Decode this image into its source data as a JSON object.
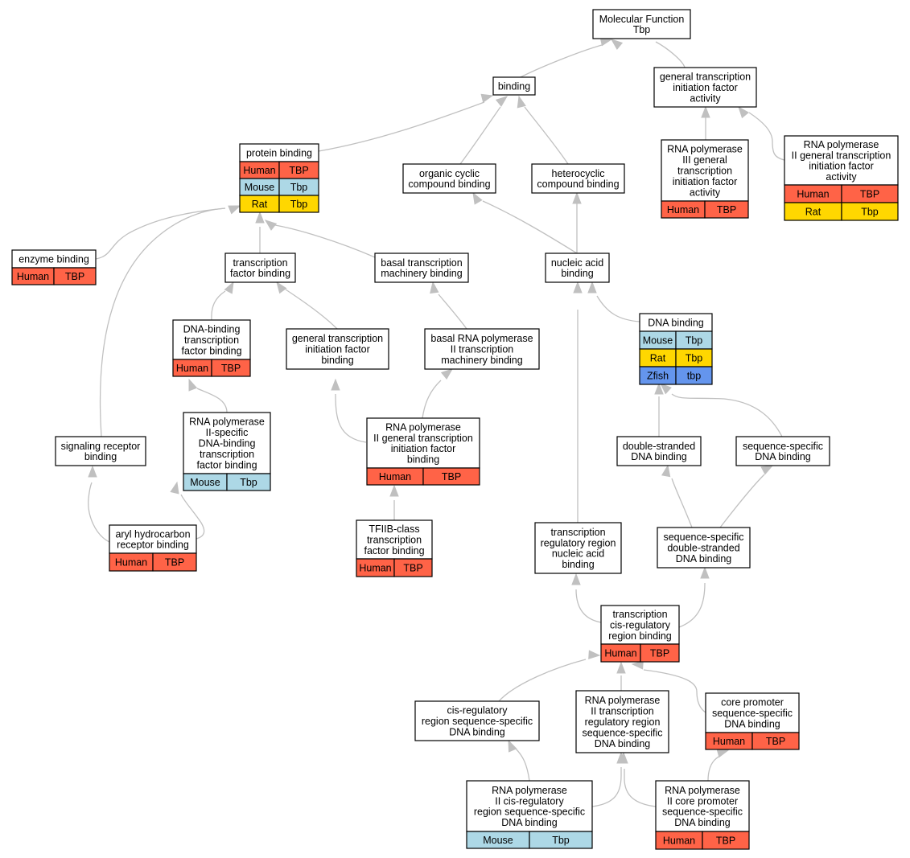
{
  "colors": {
    "human": "#ff6347",
    "mouse": "#add8e6",
    "rat": "#ffd700",
    "zfish": "#6495ed",
    "edge": "#c0c0c0"
  },
  "nodes": {
    "mf_root": {
      "lines": [
        "Molecular Function",
        "Tbp"
      ],
      "rows": []
    },
    "binding": {
      "lines": [
        "binding"
      ],
      "rows": []
    },
    "gtifa": {
      "lines": [
        "general transcription",
        "initiation factor",
        "activity"
      ],
      "rows": []
    },
    "protein_binding": {
      "lines": [
        "protein binding"
      ],
      "rows": [
        {
          "species": "Human",
          "gene": "TBP",
          "color": "human"
        },
        {
          "species": "Mouse",
          "gene": "Tbp",
          "color": "mouse"
        },
        {
          "species": "Rat",
          "gene": "Tbp",
          "color": "rat"
        }
      ]
    },
    "organic_cyclic": {
      "lines": [
        "organic cyclic",
        "compound binding"
      ],
      "rows": []
    },
    "heterocyclic": {
      "lines": [
        "heterocyclic",
        "compound binding"
      ],
      "rows": []
    },
    "rnap3_gtifa": {
      "lines": [
        "RNA polymerase",
        "III general",
        "transcription",
        "initiation factor",
        "activity"
      ],
      "rows": [
        {
          "species": "Human",
          "gene": "TBP",
          "color": "human"
        }
      ]
    },
    "rnap2_gtifa": {
      "lines": [
        "RNA polymerase",
        "II general transcription",
        "initiation factor",
        "activity"
      ],
      "rows": [
        {
          "species": "Human",
          "gene": "TBP",
          "color": "human"
        },
        {
          "species": "Rat",
          "gene": "Tbp",
          "color": "rat"
        }
      ]
    },
    "enzyme_binding": {
      "lines": [
        "enzyme binding"
      ],
      "rows": [
        {
          "species": "Human",
          "gene": "TBP",
          "color": "human"
        }
      ]
    },
    "tf_binding": {
      "lines": [
        "transcription",
        "factor binding"
      ],
      "rows": []
    },
    "basal_tm_binding": {
      "lines": [
        "basal transcription",
        "machinery binding"
      ],
      "rows": []
    },
    "nucleic_acid_binding": {
      "lines": [
        "nucleic acid",
        "binding"
      ],
      "rows": []
    },
    "dna_binding": {
      "lines": [
        "DNA binding"
      ],
      "rows": [
        {
          "species": "Mouse",
          "gene": "Tbp",
          "color": "mouse"
        },
        {
          "species": "Rat",
          "gene": "Tbp",
          "color": "rat"
        },
        {
          "species": "Zfish",
          "gene": "tbp",
          "color": "zfish"
        }
      ]
    },
    "dbtf_binding": {
      "lines": [
        "DNA-binding",
        "transcription",
        "factor binding"
      ],
      "rows": [
        {
          "species": "Human",
          "gene": "TBP",
          "color": "human"
        }
      ]
    },
    "gtif_binding": {
      "lines": [
        "general transcription",
        "initiation factor",
        "binding"
      ],
      "rows": []
    },
    "basal_rnap2_tm": {
      "lines": [
        "basal RNA polymerase",
        "II transcription",
        "machinery binding"
      ],
      "rows": []
    },
    "signaling_receptor": {
      "lines": [
        "signaling receptor",
        "binding"
      ],
      "rows": []
    },
    "rnap2_dbtf": {
      "lines": [
        "RNA polymerase",
        "II-specific",
        "DNA-binding",
        "transcription",
        "factor binding"
      ],
      "rows": [
        {
          "species": "Mouse",
          "gene": "Tbp",
          "color": "mouse"
        }
      ]
    },
    "rnap2_gtif_binding": {
      "lines": [
        "RNA polymerase",
        "II general transcription",
        "initiation factor",
        "binding"
      ],
      "rows": [
        {
          "species": "Human",
          "gene": "TBP",
          "color": "human"
        }
      ]
    },
    "ds_dna": {
      "lines": [
        "double-stranded",
        "DNA binding"
      ],
      "rows": []
    },
    "ss_dna": {
      "lines": [
        "sequence-specific",
        "DNA binding"
      ],
      "rows": []
    },
    "aryl": {
      "lines": [
        "aryl hydrocarbon",
        "receptor binding"
      ],
      "rows": [
        {
          "species": "Human",
          "gene": "TBP",
          "color": "human"
        }
      ]
    },
    "tfiib": {
      "lines": [
        "TFIIB-class",
        "transcription",
        "factor binding"
      ],
      "rows": [
        {
          "species": "Human",
          "gene": "TBP",
          "color": "human"
        }
      ]
    },
    "trr_na": {
      "lines": [
        "transcription",
        "regulatory region",
        "nucleic acid",
        "binding"
      ],
      "rows": []
    },
    "ss_ds_dna": {
      "lines": [
        "sequence-specific",
        "double-stranded",
        "DNA binding"
      ],
      "rows": []
    },
    "tcrr_binding": {
      "lines": [
        "transcription",
        "cis-regulatory",
        "region binding"
      ],
      "rows": [
        {
          "species": "Human",
          "gene": "TBP",
          "color": "human"
        }
      ]
    },
    "cis_reg_ss": {
      "lines": [
        "cis-regulatory",
        "region sequence-specific",
        "DNA binding"
      ],
      "rows": []
    },
    "rnap2_trr_ss": {
      "lines": [
        "RNA polymerase",
        "II transcription",
        "regulatory region",
        "sequence-specific",
        "DNA binding"
      ],
      "rows": []
    },
    "core_promoter_ss": {
      "lines": [
        "core promoter",
        "sequence-specific",
        "DNA binding"
      ],
      "rows": [
        {
          "species": "Human",
          "gene": "TBP",
          "color": "human"
        }
      ]
    },
    "rnap2_cis_ss": {
      "lines": [
        "RNA polymerase",
        "II cis-regulatory",
        "region sequence-specific",
        "DNA binding"
      ],
      "rows": [
        {
          "species": "Mouse",
          "gene": "Tbp",
          "color": "mouse"
        }
      ]
    },
    "rnap2_core_ss": {
      "lines": [
        "RNA polymerase",
        "II core promoter",
        "sequence-specific",
        "DNA binding"
      ],
      "rows": [
        {
          "species": "Human",
          "gene": "TBP",
          "color": "human"
        }
      ]
    }
  }
}
